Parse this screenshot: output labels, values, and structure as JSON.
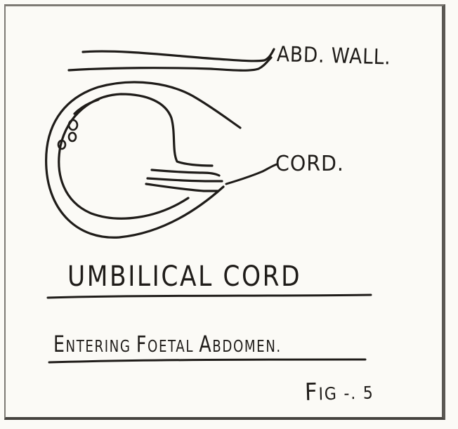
{
  "labels": {
    "abd_wall": "ABD. WALL.",
    "cord": "CORD."
  },
  "caption": {
    "line1": "UMBILICAL CORD",
    "line2_parts": [
      {
        "text": "E",
        "small": false
      },
      {
        "text": "NTERING ",
        "small": true
      },
      {
        "text": "F",
        "small": false
      },
      {
        "text": "OETAL ",
        "small": true
      },
      {
        "text": "A",
        "small": false
      },
      {
        "text": "BDOMEN.",
        "small": true
      }
    ]
  },
  "figure_label": {
    "prefix": "F",
    "rest": "IG -. 5"
  },
  "colors": {
    "ink": "#1f1c19",
    "paper": "#fbfaf6",
    "border": "#5b5853"
  }
}
